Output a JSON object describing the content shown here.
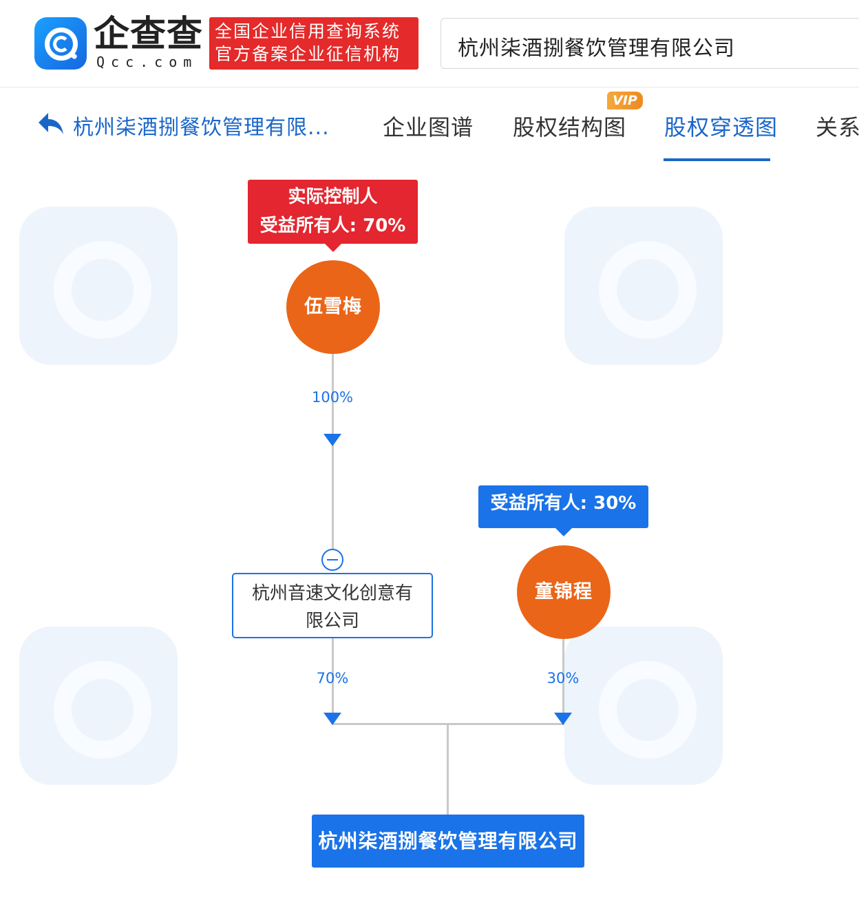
{
  "header": {
    "logo_text": "企查查",
    "logo_sub": "Qcc.com",
    "slogan_line1": "全国企业信用查询系统",
    "slogan_line2": "官方备案企业征信机构",
    "search_value": "杭州柒酒捌餐饮管理有限公司"
  },
  "nav": {
    "title": "杭州柒酒捌餐饮管理有限...",
    "tabs": [
      {
        "label": "企业图谱"
      },
      {
        "label": "股权结构图"
      },
      {
        "label": "股权穿透图"
      },
      {
        "label": "关系"
      }
    ],
    "vip_badge": "VIP",
    "active_tab": "股权穿透图"
  },
  "diagram": {
    "controller_tag_line1": "实际控制人",
    "controller_tag_line2": "受益所有人: 70%",
    "person1": "伍雪梅",
    "person1_pct": "100%",
    "intermediate_company_line1": "杭州音速文化创意有",
    "intermediate_company_line2": "限公司",
    "intermediate_pct": "70%",
    "person2_tag": "受益所有人: 30%",
    "person2": "童锦程",
    "person2_pct": "30%",
    "target_company": "杭州柒酒捌餐饮管理有限公司"
  },
  "colors": {
    "brand_blue": "#1a73e8",
    "person_orange": "#ea6518",
    "controller_red": "#e3262f"
  }
}
